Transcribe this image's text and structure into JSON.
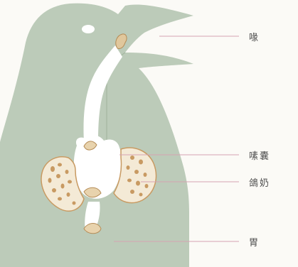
{
  "labels": {
    "beak": "喙",
    "crop": "嗉囊",
    "pigeon_milk": "鴿奶",
    "stomach": "胃"
  },
  "colors": {
    "background": "#fbfaf6",
    "body": "#bccbb9",
    "cavity": "#ffffff",
    "gland_fill": "#f4ead6",
    "gland_dots": "#c89a62",
    "pointer_line": "#d6a3b1",
    "label_text": "#4d4d4d"
  }
}
